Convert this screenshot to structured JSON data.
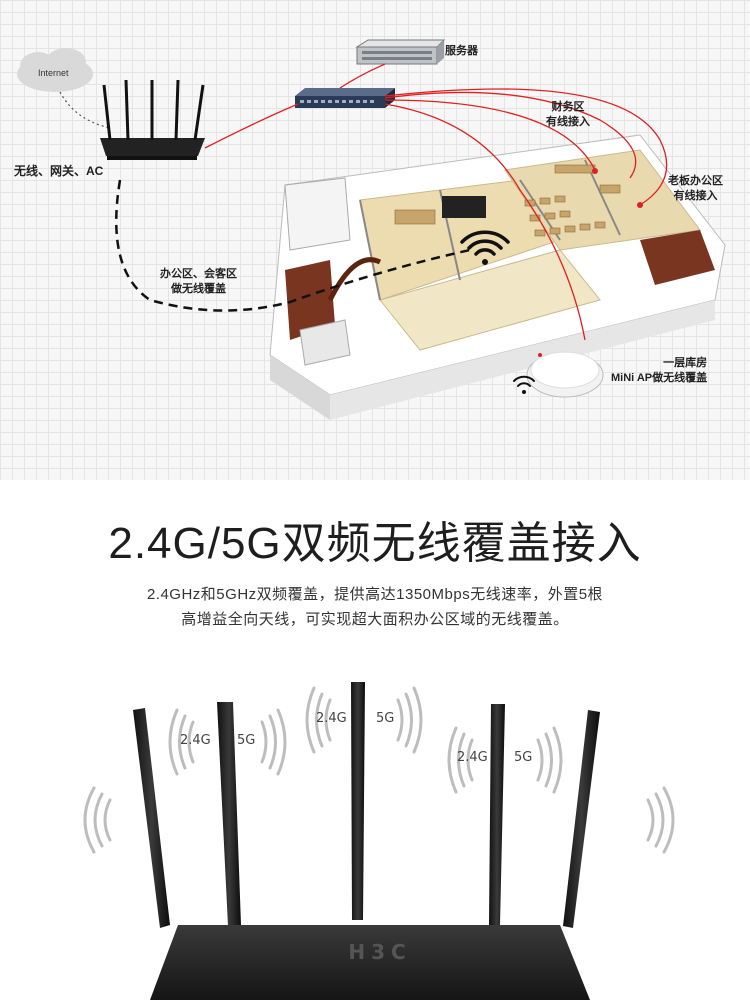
{
  "diagram": {
    "internet_label": "Internet",
    "router_label": "无线、网关、AC",
    "server_label": "服务器",
    "finance_label_line1": "财务区",
    "finance_label_line2": "有线接入",
    "boss_label_line1": "老板办公区",
    "boss_label_line2": "有线接入",
    "office_label_line1": "办公区、会客区",
    "office_label_line2": "做无线覆盖",
    "warehouse_label_line1": "一层库房",
    "warehouse_label_line2": "MiNi AP做无线覆盖",
    "colors": {
      "cable": "#e02020",
      "wireless_link": "#111111",
      "floor": "#e9dcb8",
      "stairs": "#7a3520"
    }
  },
  "headline": {
    "title": "2.4G/5G双频无线覆盖接入",
    "description_line1": "2.4GHz和5GHz双频覆盖，提供高达1350Mbps无线速率，外置5根",
    "description_line2": "高增益全向天线，可实现超大面积办公区域的无线覆盖。"
  },
  "router_photo": {
    "bands": [
      {
        "a": "2.4G",
        "b": "5G"
      },
      {
        "a": "2.4G",
        "b": "5G"
      },
      {
        "a": "2.4G",
        "b": "5G"
      }
    ],
    "logo": "H3C"
  }
}
